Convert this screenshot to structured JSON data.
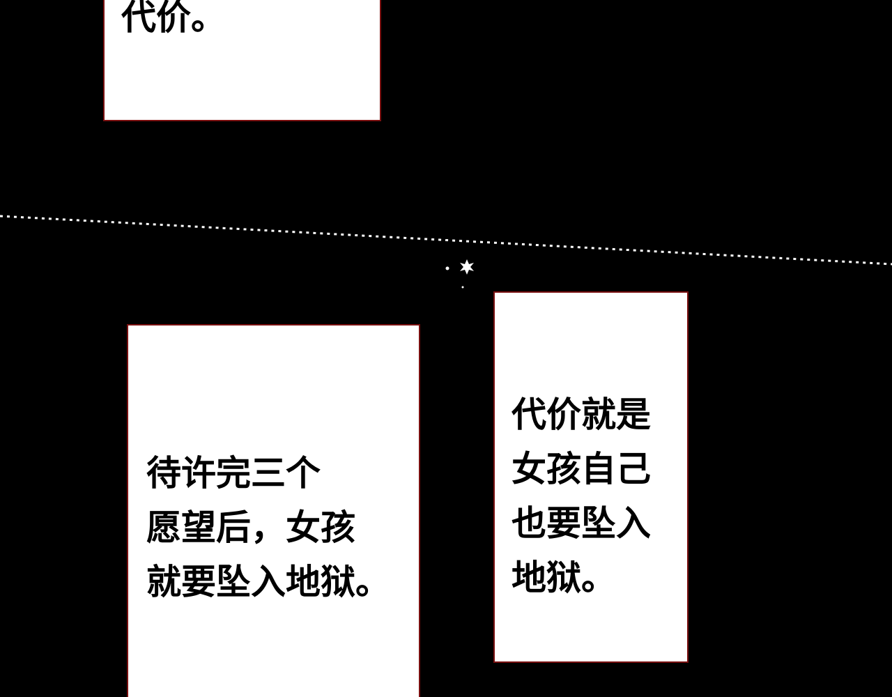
{
  "panels": {
    "top": {
      "lines": [
        "代价。"
      ]
    },
    "left": {
      "lines": [
        "待许完三个",
        "愿望后，女孩",
        "就要坠入地狱。"
      ]
    },
    "right": {
      "lines": [
        "代价就是",
        "女孩自己",
        "也要坠入",
        "地狱。"
      ]
    }
  },
  "colors": {
    "background": "#000000",
    "panel_fill": "#ffffff",
    "panel_border": "#7a1010",
    "text": "#000000",
    "dotted_line": "#ffffff"
  },
  "icons": {
    "star": "sparkle-star-icon"
  }
}
